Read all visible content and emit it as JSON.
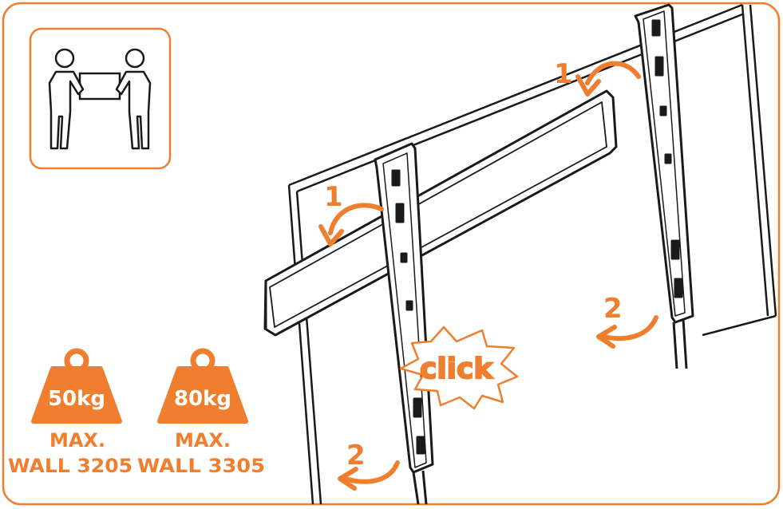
{
  "colors": {
    "accent": "#ef7f2e",
    "line": "#1a1a1a",
    "background": "#ffffff"
  },
  "icons": [
    "two-person-lift-icon",
    "weight-50kg-icon",
    "weight-80kg-icon",
    "click-burst-icon"
  ],
  "steps": {
    "step1_left": "1",
    "step1_right": "1",
    "step2_left": "2",
    "step2_right": "2"
  },
  "click_label": "click",
  "weights": [
    {
      "value": "50kg",
      "max": "MAX.",
      "model": "WALL 3205"
    },
    {
      "value": "80kg",
      "max": "MAX.",
      "model": "WALL 3305"
    }
  ]
}
